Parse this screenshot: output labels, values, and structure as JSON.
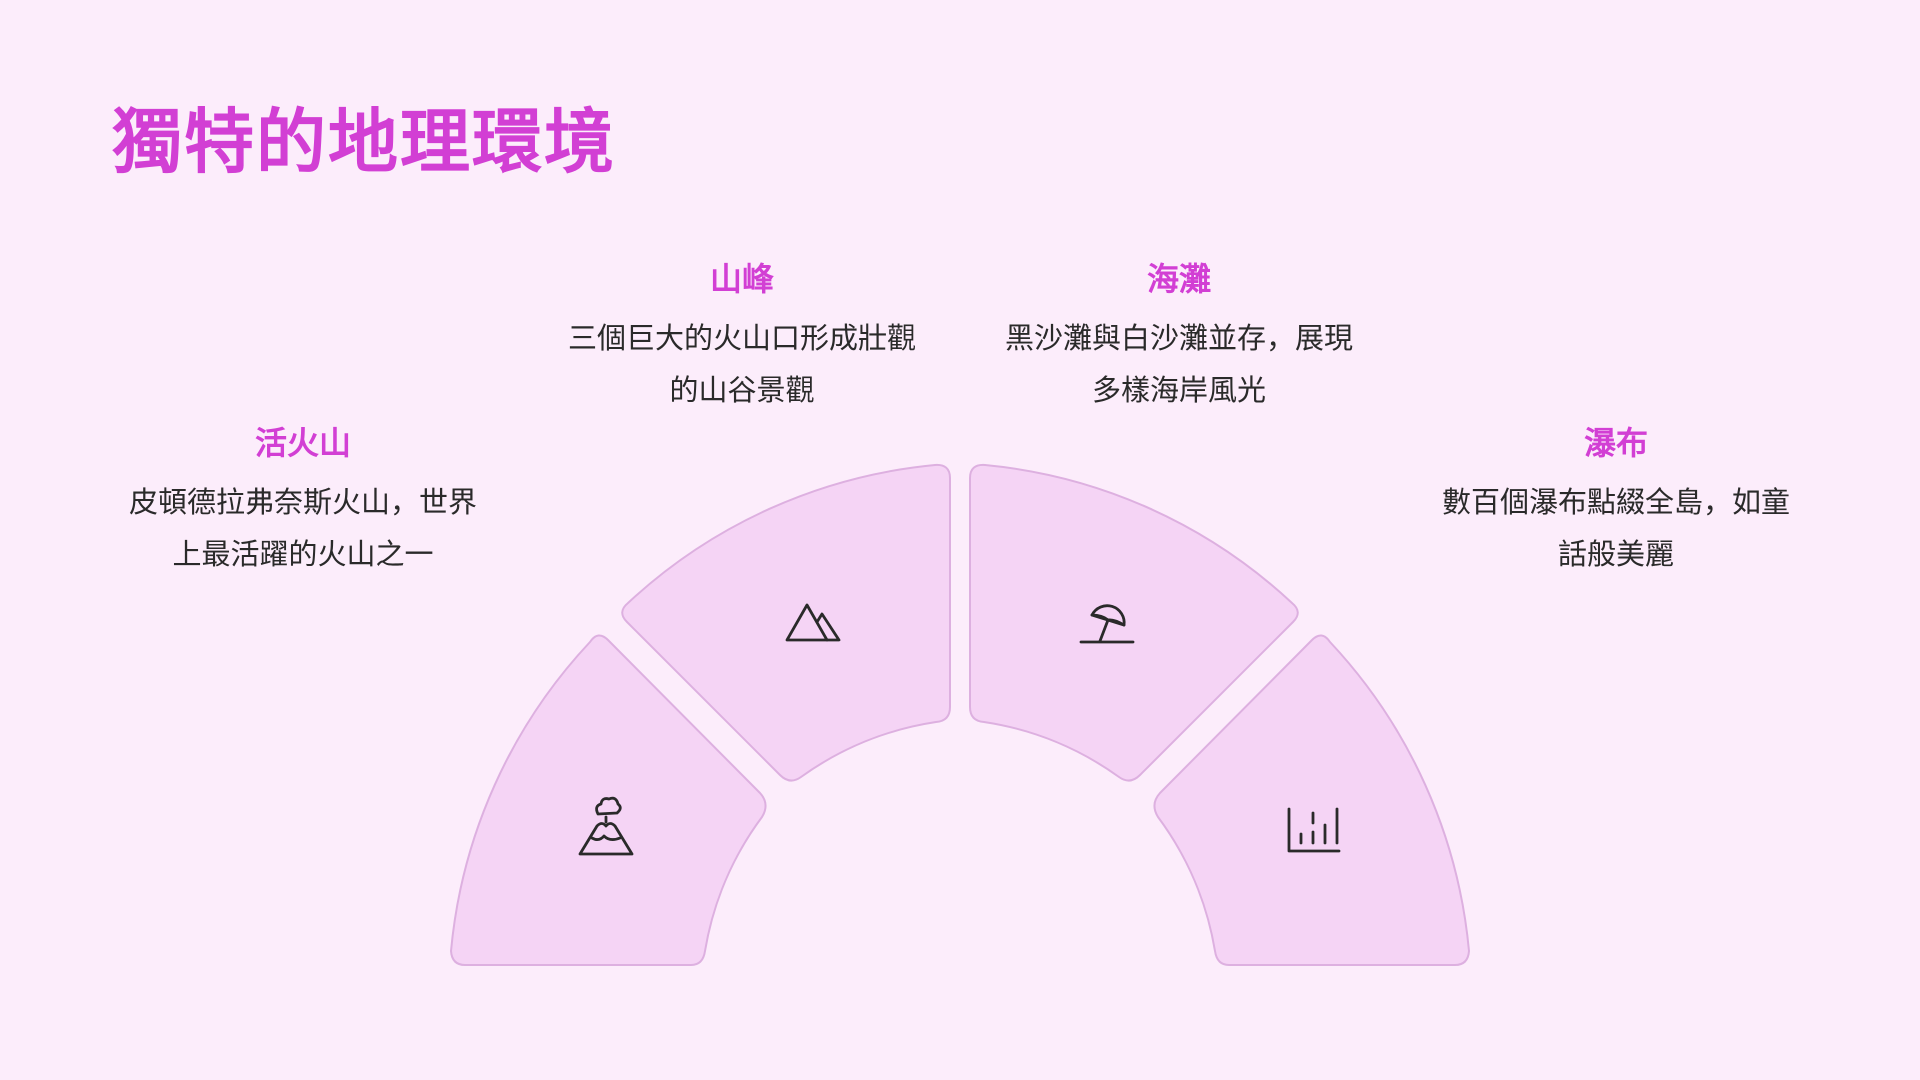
{
  "page": {
    "title": "獨特的地理環境"
  },
  "colors": {
    "background": "#fcedfb",
    "accent": "#d23fd4",
    "segment_fill": "#f5d4f5",
    "segment_stroke": "#ddb0e0",
    "text": "#2a2a2a"
  },
  "features": [
    {
      "heading": "活火山",
      "description_line1": "皮頓德拉弗奈斯火山，世界",
      "description_line2": "上最活躍的火山之一",
      "icon": "volcano-icon"
    },
    {
      "heading": "山峰",
      "description_line1": "三個巨大的火山口形成壯觀",
      "description_line2": "的山谷景觀",
      "icon": "mountains-icon"
    },
    {
      "heading": "海灘",
      "description_line1": "黑沙灘與白沙灘並存，展現",
      "description_line2": "多樣海岸風光",
      "icon": "beach-umbrella-icon"
    },
    {
      "heading": "瀑布",
      "description_line1": "數百個瀑布點綴全島，如童",
      "description_line2": "話般美麗",
      "icon": "waterfall-icon"
    }
  ]
}
